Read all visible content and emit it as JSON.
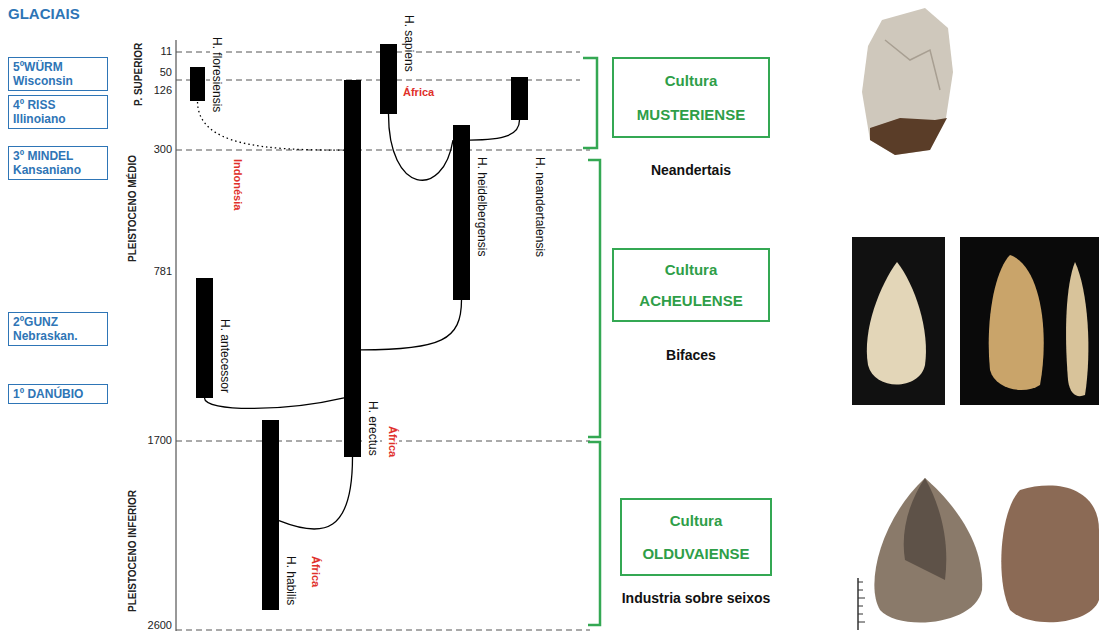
{
  "diagram": {
    "nodes": [
      {
        "text": [
          "5ºWÜRM Wisconsin"
        ]
      },
      {
        "text": [
          "4º RISS Illinoiano"
        ]
      },
      {
        "text": [
          "3º MINDEL Kansaniano"
        ]
      },
      {
        "text": [
          "2ºGUNZ Nebraskan."
        ]
      },
      {
        "text": [
          "1º DANÚBIO"
        ]
      },
      {
        "text": [
          "H. floresiensis"
        ]
      },
      {
        "text": [
          "H. sapiens"
        ]
      },
      {
        "text": [
          "H. neandertalensis"
        ]
      },
      {
        "text": [
          "H. heidelbergensis"
        ]
      },
      {
        "text": [
          "H. antecessor"
        ]
      },
      {
        "text": [
          "H. erectus"
        ]
      },
      {
        "text": [
          "H. habilis"
        ]
      },
      {
        "text": [
          "Cultura",
          "MUSTERIENSE"
        ]
      },
      {
        "text": [
          "Cultura",
          "ACHEULENSE"
        ]
      },
      {
        "text": [
          "Cultura",
          "OLDUVAIENSE"
        ]
      }
    ],
    "edges": [
      {
        "from": 11,
        "to": 10,
        "arrow": "none"
      },
      {
        "from": 10,
        "to": 9,
        "arrow": "none"
      },
      {
        "from": 10,
        "to": 8,
        "arrow": "none"
      },
      {
        "from": 10,
        "to": 5,
        "arrow": "none"
      },
      {
        "from": 8,
        "to": 6,
        "arrow": "none"
      },
      {
        "from": 8,
        "to": 7,
        "arrow": "none"
      }
    ],
    "labels": [
      "GLACIAIS",
      "P. SUPERIOR",
      "PLEISTOCENO MÉDIO",
      "PLEISTOCENO INFERIOR",
      "11",
      "50",
      "126",
      "300",
      "781",
      "1700",
      "2600",
      "África",
      "Indonésia",
      "África",
      "África",
      "Neandertais",
      "Bifaces",
      "Industria sobre seixos"
    ]
  }
}
